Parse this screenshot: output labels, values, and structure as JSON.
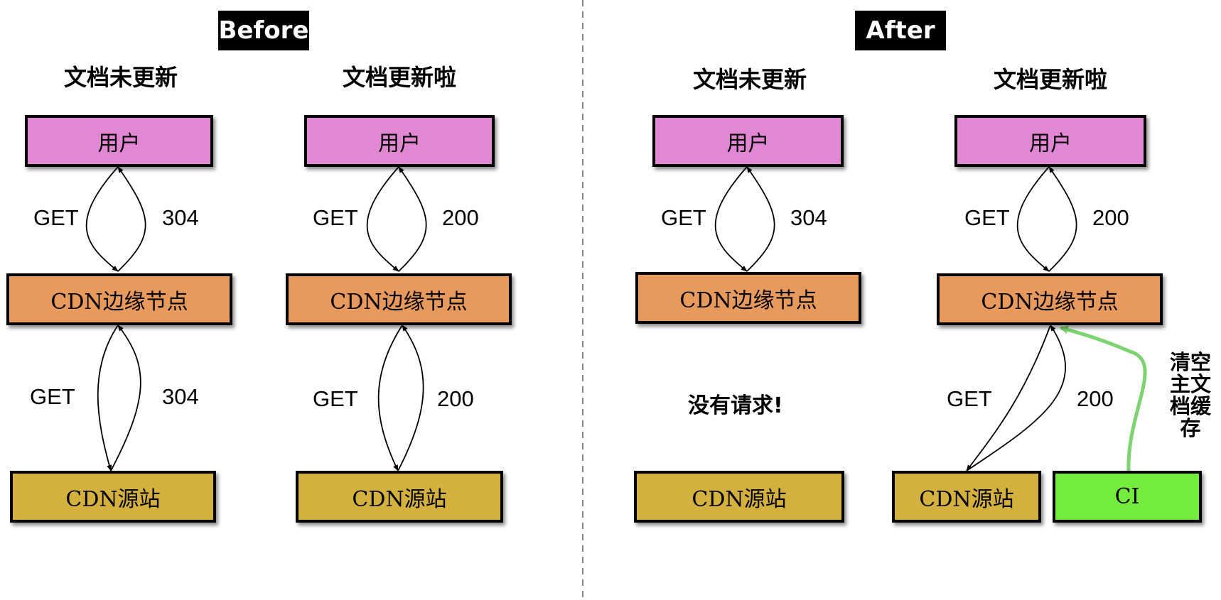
{
  "before": {
    "tag": "Before",
    "unchanged": {
      "title": "文档未更新",
      "user": "用户",
      "edge": "CDN边缘节点",
      "origin": "CDN源站",
      "req_top": "GET",
      "resp_top": "304",
      "req_bottom": "GET",
      "resp_bottom": "304"
    },
    "updated": {
      "title": "文档更新啦",
      "user": "用户",
      "edge": "CDN边缘节点",
      "origin": "CDN源站",
      "req_top": "GET",
      "resp_top": "200",
      "req_bottom": "GET",
      "resp_bottom": "200"
    }
  },
  "after": {
    "tag": "After",
    "unchanged": {
      "title": "文档未更新",
      "user": "用户",
      "edge": "CDN边缘节点",
      "origin": "CDN源站",
      "req_top": "GET",
      "resp_top": "304",
      "no_request": "没有请求!"
    },
    "updated": {
      "title": "文档更新啦",
      "user": "用户",
      "edge": "CDN边缘节点",
      "origin": "CDN源站",
      "ci": "CI",
      "req_top": "GET",
      "resp_top": "200",
      "req_bottom": "GET",
      "resp_bottom": "200",
      "purge_lines": [
        "清空",
        "主文",
        "档缓",
        "存"
      ]
    }
  },
  "colors": {
    "user": "#e187d4",
    "edge": "#e89a5c",
    "origin": "#d4b03f",
    "ci": "#74ec3c",
    "purge_arrow": "#7dd36f"
  }
}
